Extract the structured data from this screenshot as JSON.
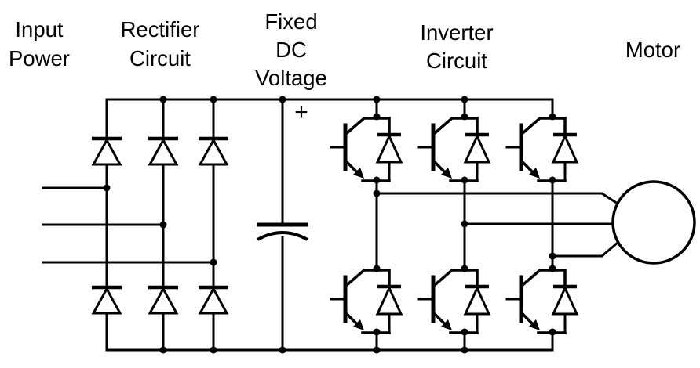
{
  "diagram": {
    "type": "circuit-schematic",
    "subject": "Variable frequency drive power circuit: AC input, rectifier, DC bus capacitor, IGBT inverter, motor",
    "colors": {
      "line": "#000000",
      "background": "#ffffff"
    },
    "labels": {
      "input_power": {
        "line1": "Input",
        "line2": "Power"
      },
      "rectifier": {
        "line1": "Rectifier",
        "line2": "Circuit"
      },
      "dc_bus": {
        "line1": "Fixed",
        "line2": "DC",
        "line3": "Voltage"
      },
      "inverter": {
        "line1": "Inverter",
        "line2": "Circuit"
      },
      "motor": "Motor",
      "dc_polarity": "+"
    },
    "components": {
      "input_phase_lines": 3,
      "rectifier_diodes": 6,
      "dc_link_capacitors": 1,
      "inverter_igbts": 6,
      "inverter_antiparallel_diodes": 6,
      "motors": 1
    }
  }
}
